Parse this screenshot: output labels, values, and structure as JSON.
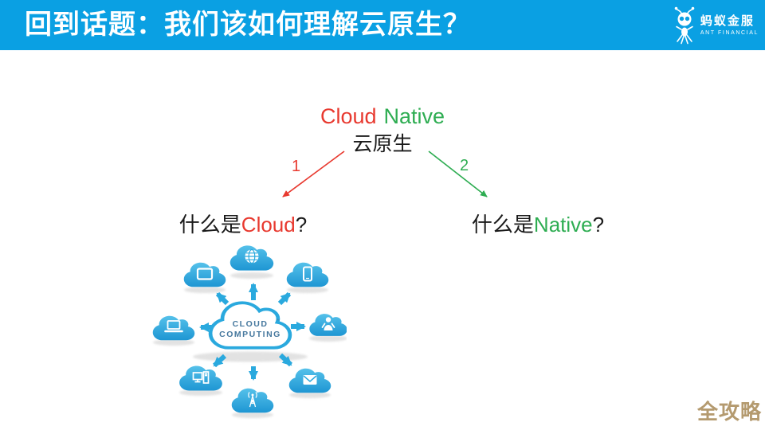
{
  "header": {
    "title": "回到话题：我们该如何理解云原生？",
    "logo_cn": "蚂蚁金服",
    "logo_en": "ANT FINANCIAL"
  },
  "concept": {
    "root_word_cloud": "Cloud",
    "root_word_native": "Native",
    "root_cn": "云原生",
    "branch_left_num": "1",
    "branch_right_num": "2",
    "q_left_prefix": "什么是",
    "q_left_keyword": "Cloud",
    "q_left_suffix": "?",
    "q_right_prefix": "什么是",
    "q_right_keyword": "Native",
    "q_right_suffix": "?"
  },
  "illustration": {
    "center_line1": "CLOUD",
    "center_line2": "COMPUTING",
    "tm": "™",
    "node_icons": [
      "globe-icon",
      "screen-icon",
      "smartphone-icon",
      "laptop-icon",
      "person-icon",
      "workstation-icon",
      "mail-icon",
      "antenna-icon"
    ]
  },
  "watermark": "全攻略",
  "colors": {
    "header_blue": "#0AA0E3",
    "red": "#E8392F",
    "green": "#2EAD52",
    "illustration_blue": "#2AA9DE",
    "cloud_text_blue": "#46789E",
    "watermark_gold": "#B49A6F"
  }
}
